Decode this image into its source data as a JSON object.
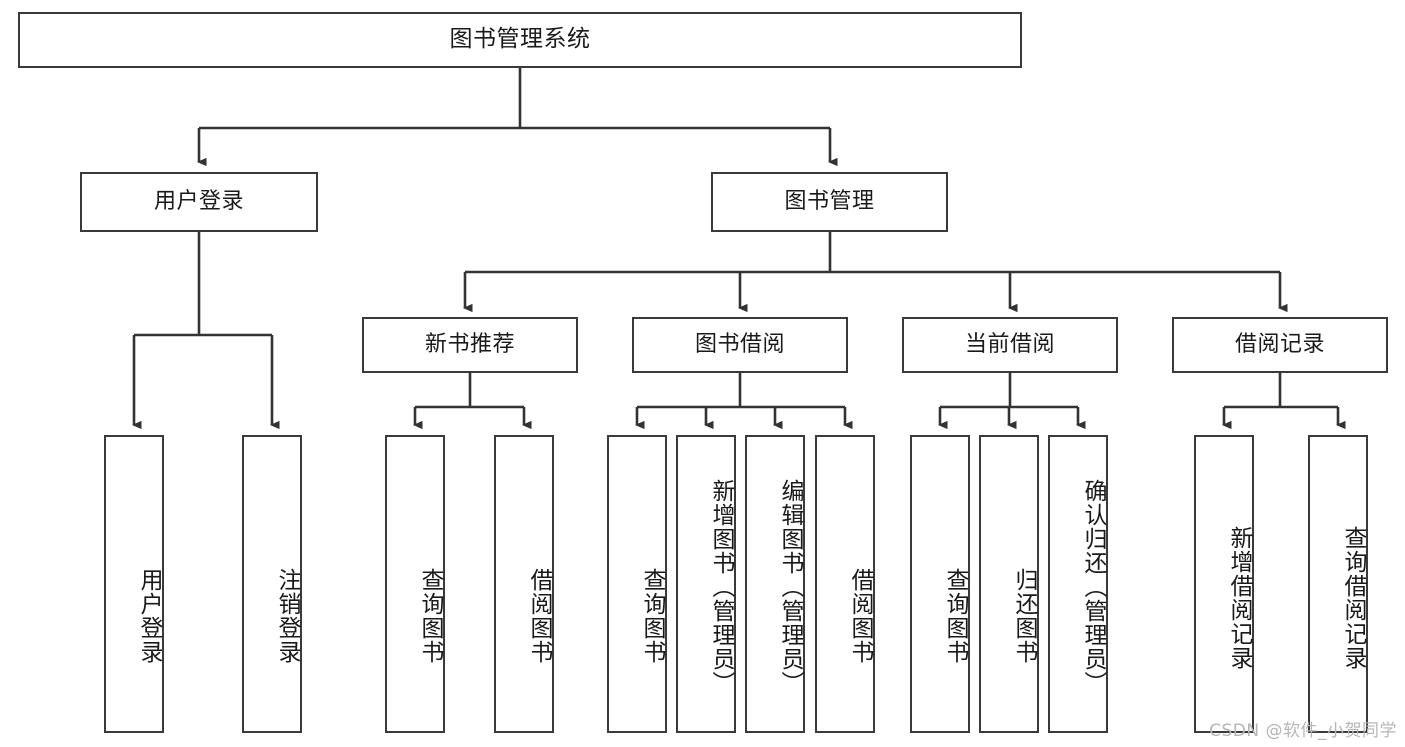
{
  "diagram": {
    "type": "tree-hierarchy",
    "title": "图书管理系统",
    "root": {
      "label": "图书管理系统"
    },
    "level2": [
      {
        "id": "user-login",
        "label": "用户登录"
      },
      {
        "id": "book-management",
        "label": "图书管理"
      }
    ],
    "level3": [
      {
        "id": "new-book-recommend",
        "label": "新书推荐"
      },
      {
        "id": "book-borrow",
        "label": "图书借阅"
      },
      {
        "id": "current-borrow",
        "label": "当前借阅"
      },
      {
        "id": "borrow-record",
        "label": "借阅记录"
      }
    ],
    "leaves": {
      "user_login": [
        {
          "id": "leaf-user-login",
          "label": "用户登录"
        },
        {
          "id": "leaf-logout-login",
          "label": "注销登录"
        }
      ],
      "new_book_recommend": [
        {
          "id": "leaf-query-book-1",
          "label": "查询图书"
        },
        {
          "id": "leaf-borrow-book-1",
          "label": "借阅图书"
        }
      ],
      "book_borrow": [
        {
          "id": "leaf-query-book-2",
          "label": "查询图书"
        },
        {
          "id": "leaf-add-book",
          "label": "新增图书（管理员）"
        },
        {
          "id": "leaf-edit-book",
          "label": "编辑图书（管理员）"
        },
        {
          "id": "leaf-borrow-book-2",
          "label": "借阅图书"
        }
      ],
      "current_borrow": [
        {
          "id": "leaf-query-book-3",
          "label": "查询图书"
        },
        {
          "id": "leaf-return-book",
          "label": "归还图书"
        },
        {
          "id": "leaf-confirm-return",
          "label": "确认归还（管理员）"
        }
      ],
      "borrow_record": [
        {
          "id": "leaf-add-record",
          "label": "新增借阅记录"
        },
        {
          "id": "leaf-query-record",
          "label": "查询借阅记录"
        }
      ]
    }
  },
  "watermark": {
    "text": "CSDN @软件_小贺同学"
  },
  "colors": {
    "border": "#3a3a3a",
    "background": "#ffffff",
    "text": "#1a1a1a",
    "watermark": "#b6b6b6"
  }
}
